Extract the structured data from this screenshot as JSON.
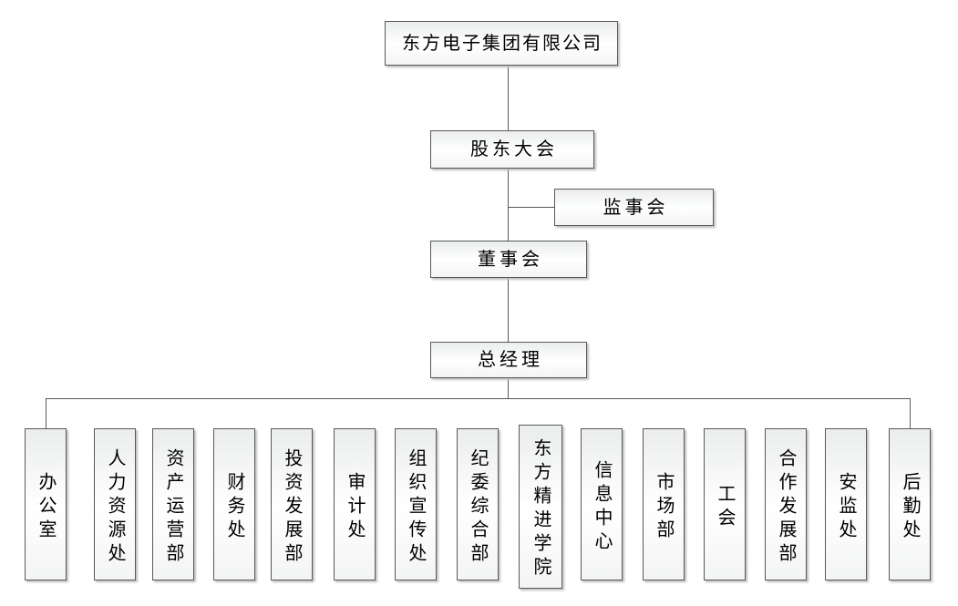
{
  "org_chart": {
    "root": {
      "label": "东方电子集团有限公司"
    },
    "shareholders_meeting": {
      "label": "股东大会"
    },
    "supervisory_board": {
      "label": "监事会"
    },
    "board_of_directors": {
      "label": "董事会"
    },
    "general_manager": {
      "label": "总经理"
    },
    "departments": [
      "办公室",
      "人力资源处",
      "资产运营部",
      "财务处",
      "投资发展部",
      "审计处",
      "组织宣传处",
      "纪委综合部",
      "东方精进学院",
      "信息中心",
      "市场部",
      "工会",
      "合作发展部",
      "安监处",
      "后勤处"
    ],
    "colors": {
      "line": "#595959",
      "border": "#595959",
      "text": "#000000",
      "fill_top": "#ebeded",
      "fill_bottom": "#f3f4f4"
    }
  }
}
